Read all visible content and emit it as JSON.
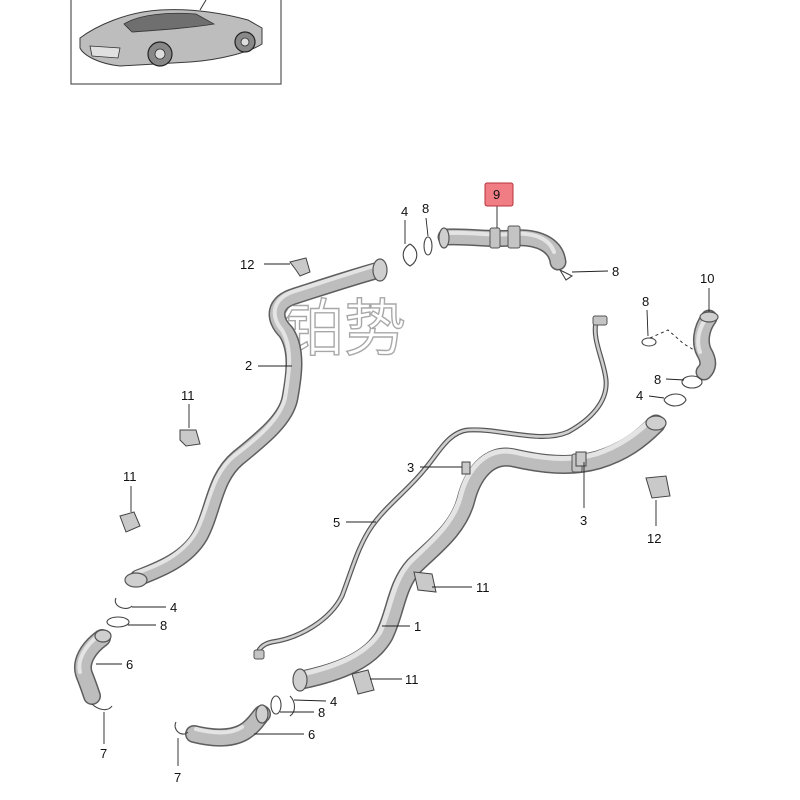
{
  "watermark": "铂势",
  "highlighted_part": "9",
  "callouts": [
    {
      "id": "c9",
      "label": "9"
    },
    {
      "id": "c4a",
      "label": "4"
    },
    {
      "id": "c8a",
      "label": "8"
    },
    {
      "id": "c8b",
      "label": "8"
    },
    {
      "id": "c12a",
      "label": "12"
    },
    {
      "id": "c10",
      "label": "10"
    },
    {
      "id": "c8c",
      "label": "8"
    },
    {
      "id": "c2",
      "label": "2"
    },
    {
      "id": "c8d",
      "label": "8"
    },
    {
      "id": "c4b",
      "label": "4"
    },
    {
      "id": "c11a",
      "label": "11"
    },
    {
      "id": "c3a",
      "label": "3"
    },
    {
      "id": "c11b",
      "label": "11"
    },
    {
      "id": "c3b",
      "label": "3"
    },
    {
      "id": "c5",
      "label": "5"
    },
    {
      "id": "c12b",
      "label": "12"
    },
    {
      "id": "c11c",
      "label": "11"
    },
    {
      "id": "c4c",
      "label": "4"
    },
    {
      "id": "c8e",
      "label": "8"
    },
    {
      "id": "c1",
      "label": "1"
    },
    {
      "id": "c6a",
      "label": "6"
    },
    {
      "id": "c11d",
      "label": "11"
    },
    {
      "id": "c7a",
      "label": "7"
    },
    {
      "id": "c4d",
      "label": "4"
    },
    {
      "id": "c8f",
      "label": "8"
    },
    {
      "id": "c6b",
      "label": "6"
    },
    {
      "id": "c7b",
      "label": "7"
    }
  ]
}
